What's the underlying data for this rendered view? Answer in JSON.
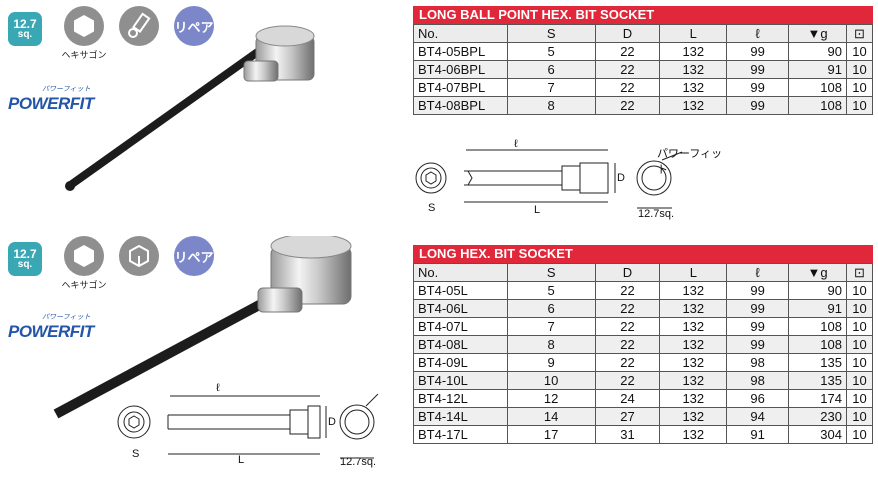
{
  "upper": {
    "badges": {
      "drive_value": "12.7",
      "drive_unit": "sq.",
      "hex_label": "ヘキサゴン",
      "repair_label": "リペア"
    },
    "logo": {
      "text": "POWERFIT",
      "sub": "パワーフィット"
    },
    "diagram": {
      "ell": "ℓ",
      "D": "D",
      "S": "S",
      "L": "L",
      "drive": "12.7sq.",
      "callout": "パワーフィット"
    },
    "table": {
      "title": "LONG BALL POINT HEX. BIT SOCKET",
      "headers": {
        "no": "No.",
        "s": "S",
        "d": "D",
        "l": "L",
        "ell": "ℓ",
        "g": "▼g",
        "pack": "⊡"
      },
      "rows": [
        {
          "no": "BT4-05BPL",
          "s": "5",
          "d": "22",
          "l": "132",
          "ell": "99",
          "g": "90",
          "pack": "10"
        },
        {
          "no": "BT4-06BPL",
          "s": "6",
          "d": "22",
          "l": "132",
          "ell": "99",
          "g": "91",
          "pack": "10"
        },
        {
          "no": "BT4-07BPL",
          "s": "7",
          "d": "22",
          "l": "132",
          "ell": "99",
          "g": "108",
          "pack": "10"
        },
        {
          "no": "BT4-08BPL",
          "s": "8",
          "d": "22",
          "l": "132",
          "ell": "99",
          "g": "108",
          "pack": "10"
        }
      ]
    }
  },
  "lower": {
    "badges": {
      "drive_value": "12.7",
      "drive_unit": "sq.",
      "hex_label": "ヘキサゴン",
      "repair_label": "リペア"
    },
    "logo": {
      "text": "POWERFIT",
      "sub": "パワーフィット"
    },
    "diagram": {
      "ell": "ℓ",
      "D": "D",
      "S": "S",
      "L": "L",
      "drive": "12.7sq."
    },
    "table": {
      "title": "LONG HEX. BIT SOCKET",
      "headers": {
        "no": "No.",
        "s": "S",
        "d": "D",
        "l": "L",
        "ell": "ℓ",
        "g": "▼g",
        "pack": "⊡"
      },
      "rows": [
        {
          "no": "BT4-05L",
          "s": "5",
          "d": "22",
          "l": "132",
          "ell": "99",
          "g": "90",
          "pack": "10"
        },
        {
          "no": "BT4-06L",
          "s": "6",
          "d": "22",
          "l": "132",
          "ell": "99",
          "g": "91",
          "pack": "10"
        },
        {
          "no": "BT4-07L",
          "s": "7",
          "d": "22",
          "l": "132",
          "ell": "99",
          "g": "108",
          "pack": "10"
        },
        {
          "no": "BT4-08L",
          "s": "8",
          "d": "22",
          "l": "132",
          "ell": "99",
          "g": "108",
          "pack": "10"
        },
        {
          "no": "BT4-09L",
          "s": "9",
          "d": "22",
          "l": "132",
          "ell": "98",
          "g": "135",
          "pack": "10"
        },
        {
          "no": "BT4-10L",
          "s": "10",
          "d": "22",
          "l": "132",
          "ell": "98",
          "g": "135",
          "pack": "10"
        },
        {
          "no": "BT4-12L",
          "s": "12",
          "d": "24",
          "l": "132",
          "ell": "96",
          "g": "174",
          "pack": "10"
        },
        {
          "no": "BT4-14L",
          "s": "14",
          "d": "27",
          "l": "132",
          "ell": "94",
          "g": "230",
          "pack": "10"
        },
        {
          "no": "BT4-17L",
          "s": "17",
          "d": "31",
          "l": "132",
          "ell": "91",
          "g": "304",
          "pack": "10"
        }
      ]
    }
  }
}
